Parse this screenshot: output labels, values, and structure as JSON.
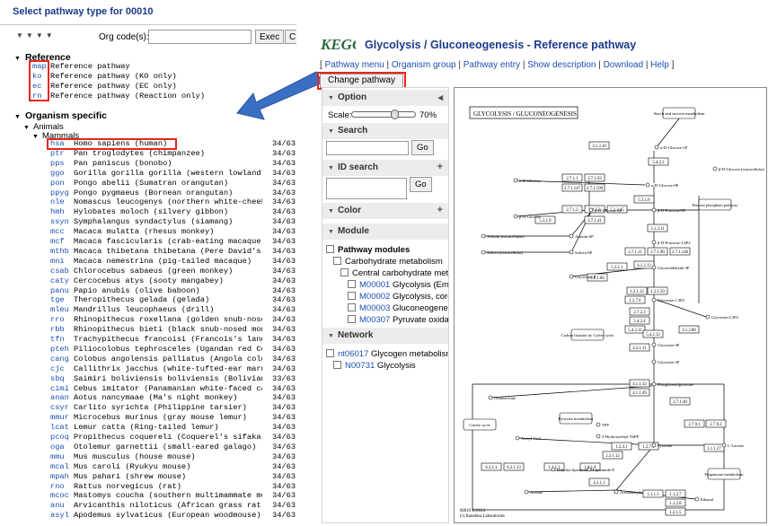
{
  "left": {
    "title": "Select pathway type for 00010",
    "org_label": "Org code(s):",
    "exec_label": "Exec",
    "clear_label": "C",
    "reference_heading": "Reference",
    "reference": [
      {
        "code": "map",
        "label": "Reference pathway"
      },
      {
        "code": "ko",
        "label": "Reference pathway (KO only)"
      },
      {
        "code": "ec",
        "label": "Reference pathway (EC only)"
      },
      {
        "code": "rn",
        "label": "Reference pathway (Reaction only)"
      }
    ],
    "organism_heading": "Organism specific",
    "animals_label": "Animals",
    "mammals_label": "Mammals",
    "organisms": [
      {
        "code": "hsa",
        "name": "Homo sapiens (human)",
        "count": "34/63"
      },
      {
        "code": "ptr",
        "name": "Pan troglodytes (chimpanzee)",
        "count": "34/63"
      },
      {
        "code": "pps",
        "name": "Pan paniscus (bonobo)",
        "count": "34/63"
      },
      {
        "code": "ggo",
        "name": "Gorilla gorilla gorilla (western lowland g",
        "count": "34/63"
      },
      {
        "code": "pon",
        "name": "Pongo abelii (Sumatran orangutan)",
        "count": "34/63"
      },
      {
        "code": "ppyg",
        "name": "Pongo pygmaeus (Bornean orangutan)",
        "count": "34/63"
      },
      {
        "code": "nle",
        "name": "Nomascus leucogenys (northern white-cheeke",
        "count": "34/63"
      },
      {
        "code": "hmh",
        "name": "Hylobates moloch (silvery gibbon)",
        "count": "34/63"
      },
      {
        "code": "ssyn",
        "name": "Symphalangus syndactylus (siamang)",
        "count": "34/63"
      },
      {
        "code": "mcc",
        "name": "Macaca mulatta (rhesus monkey)",
        "count": "34/63"
      },
      {
        "code": "mcf",
        "name": "Macaca fascicularis (crab-eating macaque)",
        "count": "34/63"
      },
      {
        "code": "mthb",
        "name": "Macaca thibetana thibetana (Pere David's m",
        "count": "34/63"
      },
      {
        "code": "mni",
        "name": "Macaca nemestrina (pig-tailed macaque)",
        "count": "34/63"
      },
      {
        "code": "csab",
        "name": "Chlorocebus sabaeus (green monkey)",
        "count": "34/63"
      },
      {
        "code": "caty",
        "name": "Cercocebus atys (sooty mangabey)",
        "count": "34/63"
      },
      {
        "code": "panu",
        "name": "Papio anubis (olive baboon)",
        "count": "34/63"
      },
      {
        "code": "tge",
        "name": "Theropithecus gelada (gelada)",
        "count": "34/63"
      },
      {
        "code": "mleu",
        "name": "Mandrillus leucophaeus (drill)",
        "count": "34/63"
      },
      {
        "code": "rro",
        "name": "Rhinopithecus roxellana (golden snub-nosed",
        "count": "34/63"
      },
      {
        "code": "rbb",
        "name": "Rhinopithecus bieti (black snub-nosed monk",
        "count": "34/63"
      },
      {
        "code": "tfn",
        "name": "Trachypithecus francoisi (Francois's langu",
        "count": "34/63"
      },
      {
        "code": "pteh",
        "name": "Piliocolobus tephrosceles (Ugandan red Col",
        "count": "34/63"
      },
      {
        "code": "cang",
        "name": "Colobus angolensis palliatus (Angola colob",
        "count": "34/63"
      },
      {
        "code": "cjc",
        "name": "Callithrix jacchus (white-tufted-ear marmo",
        "count": "34/63"
      },
      {
        "code": "sbq",
        "name": "Saimiri boliviensis boliviensis (Bolivian",
        "count": "33/63"
      },
      {
        "code": "cimi",
        "name": "Cebus imitator (Panamanian white-faced cap",
        "count": "34/63"
      },
      {
        "code": "anan",
        "name": "Aotus nancymaae (Ma's night monkey)",
        "count": "34/63"
      },
      {
        "code": "csyr",
        "name": "Carlito syrichta (Philippine tarsier)",
        "count": "34/63"
      },
      {
        "code": "mmur",
        "name": "Microcebus murinus (gray mouse lemur)",
        "count": "34/63"
      },
      {
        "code": "lcat",
        "name": "Lemur catta (Ring-tailed lemur)",
        "count": "34/63"
      },
      {
        "code": "pcoq",
        "name": "Propithecus coquereli (Coquerel's sifaka)",
        "count": "34/63"
      },
      {
        "code": "oga",
        "name": "Otolemur garnettii (small-eared galago)",
        "count": "34/63"
      },
      {
        "code": "mmu",
        "name": "Mus musculus (house mouse)",
        "count": "34/63"
      },
      {
        "code": "mcal",
        "name": "Mus caroli (Ryukyu mouse)",
        "count": "34/63"
      },
      {
        "code": "mpah",
        "name": "Mus pahari (shrew mouse)",
        "count": "34/63"
      },
      {
        "code": "rno",
        "name": "Rattus norvegicus (rat)",
        "count": "34/63"
      },
      {
        "code": "mcoc",
        "name": "Mastomys coucha (southern multimammate mou",
        "count": "34/63"
      },
      {
        "code": "anu",
        "name": "Arvicanthis niloticus (African grass rat)",
        "count": "34/63"
      },
      {
        "code": "asyl",
        "name": "Apodemus sylvaticus (European woodmouse)",
        "count": "34/63"
      }
    ]
  },
  "right": {
    "logo_text": "KEGG",
    "title": "Glycolysis / Gluconeogenesis - Reference pathway",
    "nav": {
      "open": "[ ",
      "sep": " | ",
      "close": " ]",
      "items": [
        "Pathway menu",
        "Organism group",
        "Pathway entry",
        "Show description",
        "Download",
        "Help"
      ]
    },
    "change_button": "Change pathway type",
    "sidebar": {
      "option_label": "Option",
      "scale_label": "Scale:",
      "scale_value": "70%",
      "scale_fraction": 0.7,
      "search_label": "Search",
      "go_label": "Go",
      "id_search_label": "ID search",
      "color_label": "Color",
      "module_label": "Module",
      "pathway_modules": "Pathway modules",
      "carb_metabolism": "Carbohydrate metabolism",
      "central_carb": "Central carbohydrate metab",
      "modules": [
        {
          "id": "M00001",
          "name": "Glycolysis (Embd"
        },
        {
          "id": "M00002",
          "name": "Glycolysis, core m"
        },
        {
          "id": "M00003",
          "name": "Gluconeogenesis"
        },
        {
          "id": "M00307",
          "name": "Pyruvate oxidatio"
        }
      ],
      "network_label": "Network",
      "networks": [
        {
          "id": "nt06017",
          "name": "Glycogen metabolism"
        },
        {
          "id": "N00731",
          "name": "Glycolysis"
        }
      ]
    },
    "map": {
      "title": "GLYCOLYSIS / GLUCONEOGENESIS",
      "footer_date": "00010 4/10/24",
      "footer_copyright": "(c) Kanehisa Laboratories",
      "labels": {
        "starch": "Starch and sucrose metabolism",
        "glucose_1p": "α-D-Glucose-1P",
        "a_glucose": "α-D-Glucose",
        "a_glucose_6p": "α-D-Glucose-6P",
        "b_glucose": "β-D-Glucose",
        "b_glucose_6p": "β-D-Glucose-6P",
        "fructose_6p": "β-D-Fructose-6P",
        "fructose_16p": "β-D-Fructose-1,6P2",
        "arbutin_ext": "Arbutin (extracellular)",
        "arbutin_6p": "Arbutin-6P",
        "salicin_ext": "Salicin (extracellular)",
        "salicin_6p": "Salicin-6P",
        "pentose": "Pentose phosphate pathway",
        "glyceraldehyde_3p": "Glyceraldehyde-3P",
        "glycerone_p": "Glycerone-P",
        "glycerate_13p2": "Glycerate-1,3P2",
        "glycerate_23p2": "Glycerate-2,3P2",
        "carbon_fixation": "Carbon fixation by Calvin cycle",
        "glycerate_3p": "Glycerate-3P",
        "glycerate_2p": "Glycerate-2P",
        "pep": "Phosphoenolpyruvate",
        "oxaloacetate": "Oxaloacetate",
        "citrate_cycle": "Citrate cycle",
        "pyruvate_metabolism": "Pyruvate metabolism",
        "tpp": "TPP",
        "hydroxyethyl": "2-Hydroxyethyl-ThPP",
        "acetyl_coa": "Acetyl-CoA",
        "pyruvate": "Pyruvate",
        "lactate": "L-Lactate",
        "dihydro": "Dihydro-lipoamide-E",
        "lipoamide": "Lipoamide-E",
        "acetate": "Acetate",
        "acetaldehyde": "Acetaldehyde",
        "ethanol": "Ethanol",
        "propanoate": "Propanoate metabolism",
        "d_glucose": "β-D-Glucose (extracellular)"
      },
      "ec_boxes": [
        "3.1.3.10",
        "5.4.2.2",
        "2.7.1.1",
        "2.7.1.63",
        "2.7.1.147",
        "2.7.1.199",
        "5.3.1.9",
        "5.1.3.3",
        "5.1.3.15",
        "5.3.1.6",
        "2.7.1.2",
        "2.7.1.41",
        "3.1.3.11",
        "2.7.1.11",
        "2.7.1.90",
        "2.7.1.146",
        "4.1.2.13",
        "5.3.1.1",
        "3.2.1.86",
        "1.2.1.12",
        "1.2.1.59",
        "1.2.7.6",
        "2.7.2.3",
        "5.4.2.4",
        "5.4.2.11",
        "5.4.2.12",
        "3.1.3.80",
        "4.2.1.11",
        "4.1.1.32",
        "4.1.1.49",
        "2.7.1.40",
        "2.7.9.1",
        "2.7.9.2",
        "1.2.7.1",
        "1.2.4.1",
        "2.3.1.12",
        "1.8.1.4",
        "6.2.1.1",
        "6.2.1.13",
        "1.2.1.3",
        "4.1.1.1",
        "1.1.1.27",
        "1.1.1.1",
        "1.1.2.7",
        "1.1.2.8",
        "1.2.1.5"
      ]
    }
  }
}
